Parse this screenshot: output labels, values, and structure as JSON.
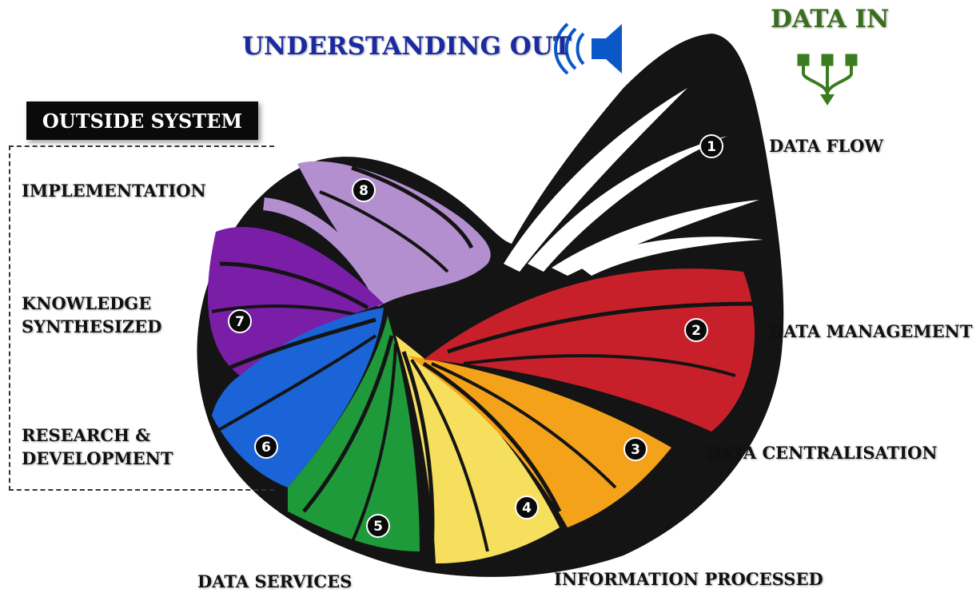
{
  "header": {
    "understanding_out": "UNDERSTANDING OUT",
    "data_in": "DATA IN"
  },
  "outside_system": {
    "title": "OUTSIDE SYSTEM",
    "items": [
      "IMPLEMENTATION",
      "KNOWLEDGE\nSYNTHESIZED",
      "RESEARCH &\nDEVELOPMENT"
    ]
  },
  "stages": [
    {
      "num": "1",
      "label": "DATA FLOW",
      "color": "#ffffff"
    },
    {
      "num": "2",
      "label": "DATA MANAGEMENT",
      "color": "#c8202a"
    },
    {
      "num": "3",
      "label": "DATA CENTRALISATION",
      "color": "#f5a21b"
    },
    {
      "num": "4",
      "label": "INFORMATION PROCESSED",
      "color": "#f7df5e"
    },
    {
      "num": "5",
      "label": "DATA SERVICES",
      "color": "#1f9a3a"
    },
    {
      "num": "6",
      "label": "",
      "color": "#1a64d8"
    },
    {
      "num": "7",
      "label": "",
      "color": "#7a1ea8"
    },
    {
      "num": "8",
      "label": "",
      "color": "#b48fd0"
    }
  ],
  "icons": [
    "speaker-icon",
    "data-funnel-icon"
  ],
  "colors": {
    "understanding_out": "#1a2aa0",
    "data_in": "#3a6e1e",
    "shell": "#141414"
  }
}
